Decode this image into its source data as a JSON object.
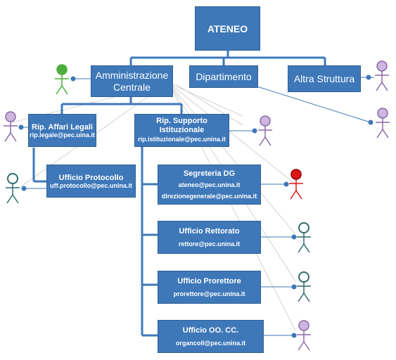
{
  "diagram": {
    "root": {
      "title": "ATENEO"
    },
    "level1": [
      {
        "title": "Amministrazione",
        "title2": "Centrale"
      },
      {
        "title": "Dipartimento"
      },
      {
        "title": "Altra Struttura"
      }
    ],
    "rip_legali": {
      "title": "Rip. Affari Legali",
      "email": "rip.legale@pec.uina.it"
    },
    "rip_supporto": {
      "title": "Rip. Supporto",
      "title2": "Istituzionale",
      "email": "rip.istituzionale@pec.unina.it"
    },
    "ufficio_protocollo": {
      "title": "Ufficio Protocollo",
      "email": "uff.protocollo@pec.unina.it"
    },
    "offices": [
      {
        "title": "Segreteria DG",
        "email": "ateneo@pec.unina.it",
        "email2": "direzionegenerale@pec.unina.it"
      },
      {
        "title": "Ufficio Rettorato",
        "email": "rettore@pec.unina.it"
      },
      {
        "title": "Ufficio Prorettore",
        "email": "prorettore@pec.unina.it"
      },
      {
        "title": "Ufficio OO. CC.",
        "email": "organcoll@pec.unina.it"
      }
    ],
    "colors": {
      "box": "#3e78b9",
      "connector": "#2f5f96",
      "gray_line": "#c8c8c8",
      "actor_green": "#4cae3c",
      "actor_purple": "#8a6aa6",
      "actor_teal": "#2f6c6b",
      "actor_red": "#e01515"
    }
  }
}
